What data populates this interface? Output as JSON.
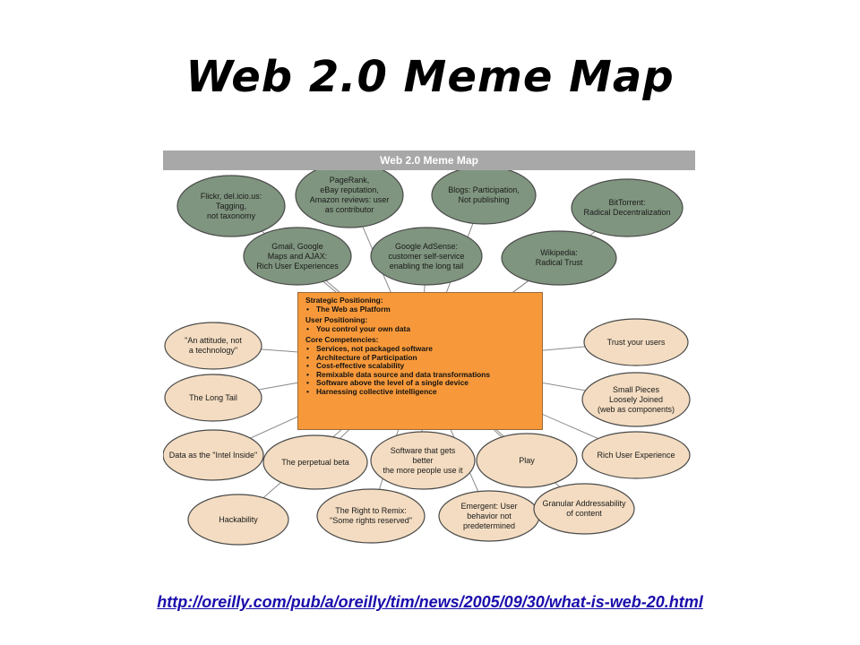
{
  "slide": {
    "title": "Web 2.0 Meme Map",
    "link": "http://oreilly.com/pub/a/oreilly/tim/news/2005/09/30/what-is-web-20.html"
  },
  "map": {
    "header": "Web 2.0 Meme Map",
    "colors": {
      "green_node": "#7f957f",
      "tan_node": "#f3dcc1",
      "center_box": "#f7993a",
      "node_border": "#4a4a4a"
    },
    "green_nodes": [
      {
        "lines": [
          "Flickr, del.icio.us:",
          "Tagging,",
          "not taxonomy"
        ]
      },
      {
        "lines": [
          "PageRank,",
          "eBay reputation,",
          "Amazon reviews:  user",
          "as contributor"
        ]
      },
      {
        "lines": [
          "Blogs:  Participation,",
          "Not publishing"
        ]
      },
      {
        "lines": [
          "BitTorrent:",
          "Radical Decentralization"
        ]
      },
      {
        "lines": [
          "Gmail, Google",
          "Maps and AJAX:",
          "Rich User Experiences"
        ]
      },
      {
        "lines": [
          "Google AdSense:",
          "customer self-service",
          "enabling the long tail"
        ]
      },
      {
        "lines": [
          "Wikipedia:",
          "Radical Trust"
        ]
      }
    ],
    "tan_nodes": [
      {
        "lines": [
          "\"An attitude, not",
          "a technology\""
        ]
      },
      {
        "lines": [
          "The Long Tail"
        ]
      },
      {
        "lines": [
          "Data as the \"Intel Inside\""
        ]
      },
      {
        "lines": [
          "The perpetual beta"
        ]
      },
      {
        "lines": [
          "Software that gets",
          "better",
          "the more people use it"
        ]
      },
      {
        "lines": [
          "Play"
        ]
      },
      {
        "lines": [
          "Hackability"
        ]
      },
      {
        "lines": [
          "The Right to Remix:",
          "\"Some rights reserved\""
        ]
      },
      {
        "lines": [
          "Emergent:  User",
          "behavior not",
          "predetermined"
        ]
      },
      {
        "lines": [
          "Granular Addressability",
          "of content"
        ]
      },
      {
        "lines": [
          "Trust your users"
        ]
      },
      {
        "lines": [
          "Small Pieces",
          "Loosely Joined",
          "(web as components)"
        ]
      },
      {
        "lines": [
          "Rich User Experience"
        ]
      }
    ],
    "center": {
      "sections": [
        {
          "heading": "Strategic Positioning:",
          "items": [
            "The Web as Platform"
          ]
        },
        {
          "heading": "User Positioning:",
          "items": [
            "You control your own data"
          ]
        },
        {
          "heading": "Core Competencies:",
          "items": [
            "Services, not packaged software",
            "Architecture of Participation",
            "Cost-effective scalability",
            "Remixable data source and data transformations",
            "Software above the level of a single device",
            "Harnessing collective intelligence"
          ]
        }
      ]
    }
  }
}
